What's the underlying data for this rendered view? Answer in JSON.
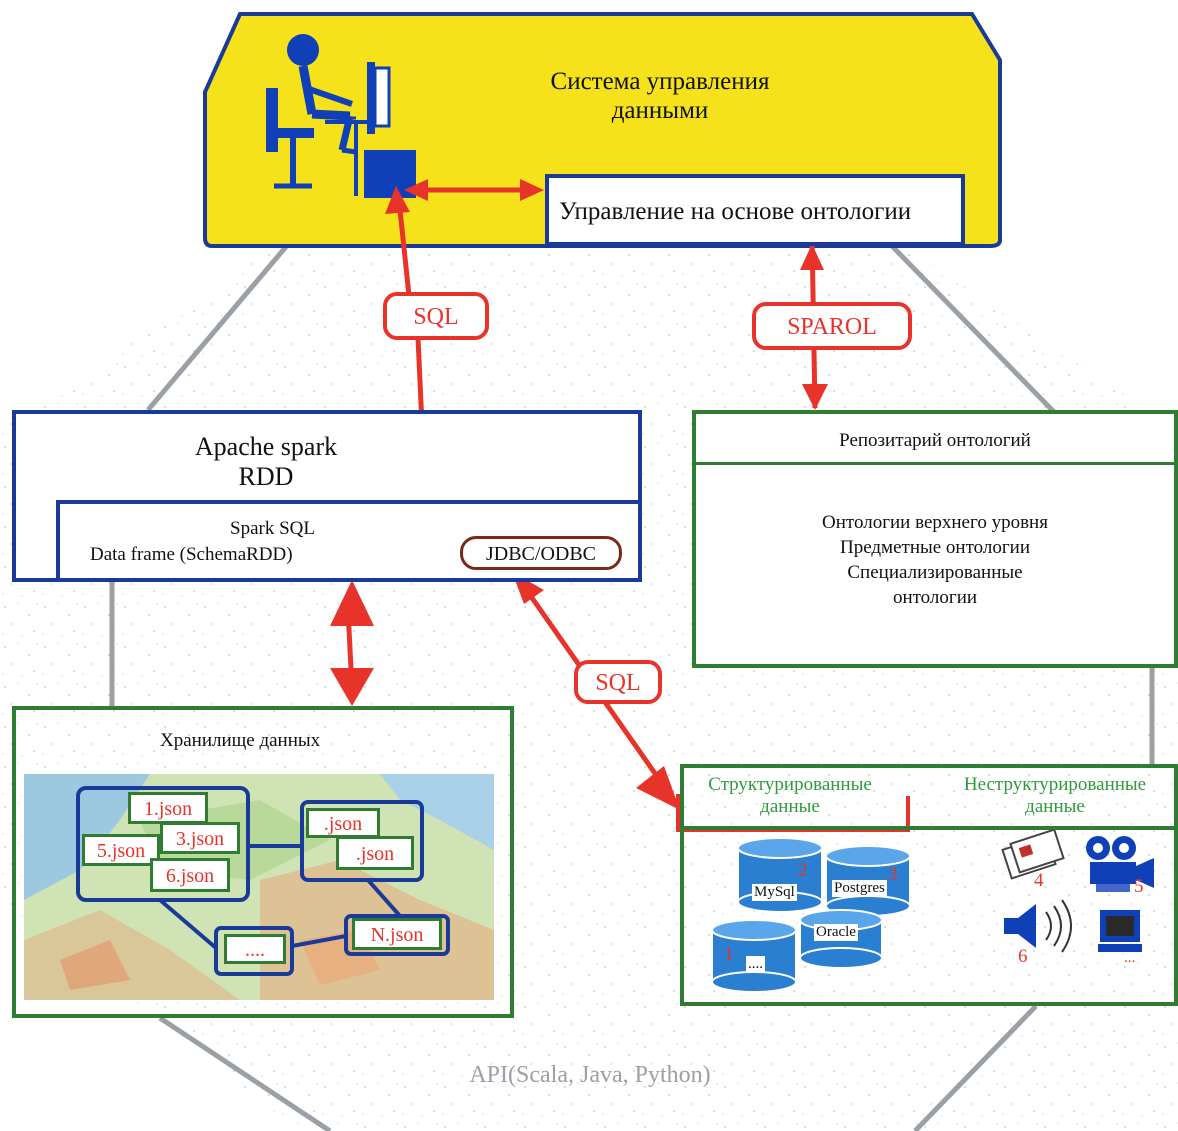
{
  "header": {
    "system_title_line1": "Система управления",
    "system_title_line2": "данными",
    "ontology_management": "Управление на основе онтологии"
  },
  "arrows": {
    "sql_top": "SQL",
    "sparql": "SPAROL",
    "sql_bottom": "SQL",
    "jdbc": "JDBC/ODBC"
  },
  "spark": {
    "title_line1": "Apache spark",
    "title_line2": "RDD",
    "sql_label": "Spark SQL",
    "dataframe_label": "Data frame (SchemaRDD)"
  },
  "repository": {
    "title": "Репозитарий онтологий",
    "items": [
      "Онтологии верхнего уровня",
      "Предметные онтологии",
      "Специализированные",
      "онтологии"
    ]
  },
  "storage": {
    "title": "Хранилище данных",
    "files": [
      "1.json",
      "3.json",
      "5.json",
      "6.json",
      ".json",
      ".json",
      "N.json",
      "...."
    ]
  },
  "sources": {
    "structured_line1": "Структурированные",
    "structured_line2": "данные",
    "unstructured_line1": "Неструктурированные",
    "unstructured_line2": "данные",
    "databases": [
      {
        "name": "MySql",
        "num": "2"
      },
      {
        "name": "Postgres",
        "num": "3"
      },
      {
        "name": "Oracle",
        "num": ""
      },
      {
        "name": "....",
        "num": "1"
      }
    ],
    "media_numbers": [
      "4",
      "5",
      "6"
    ],
    "media_ellipsis": "..."
  },
  "footer": {
    "api": "API(Scala, Java, Python)"
  },
  "colors": {
    "yellow": "#f5e21a",
    "blue_border": "#1a3a9a",
    "green_border": "#2e7d32",
    "red": "#e8332a",
    "grey_line": "#9aa0a6",
    "green_text": "#2e9a3c",
    "db_blue": "#2a7fd0"
  }
}
